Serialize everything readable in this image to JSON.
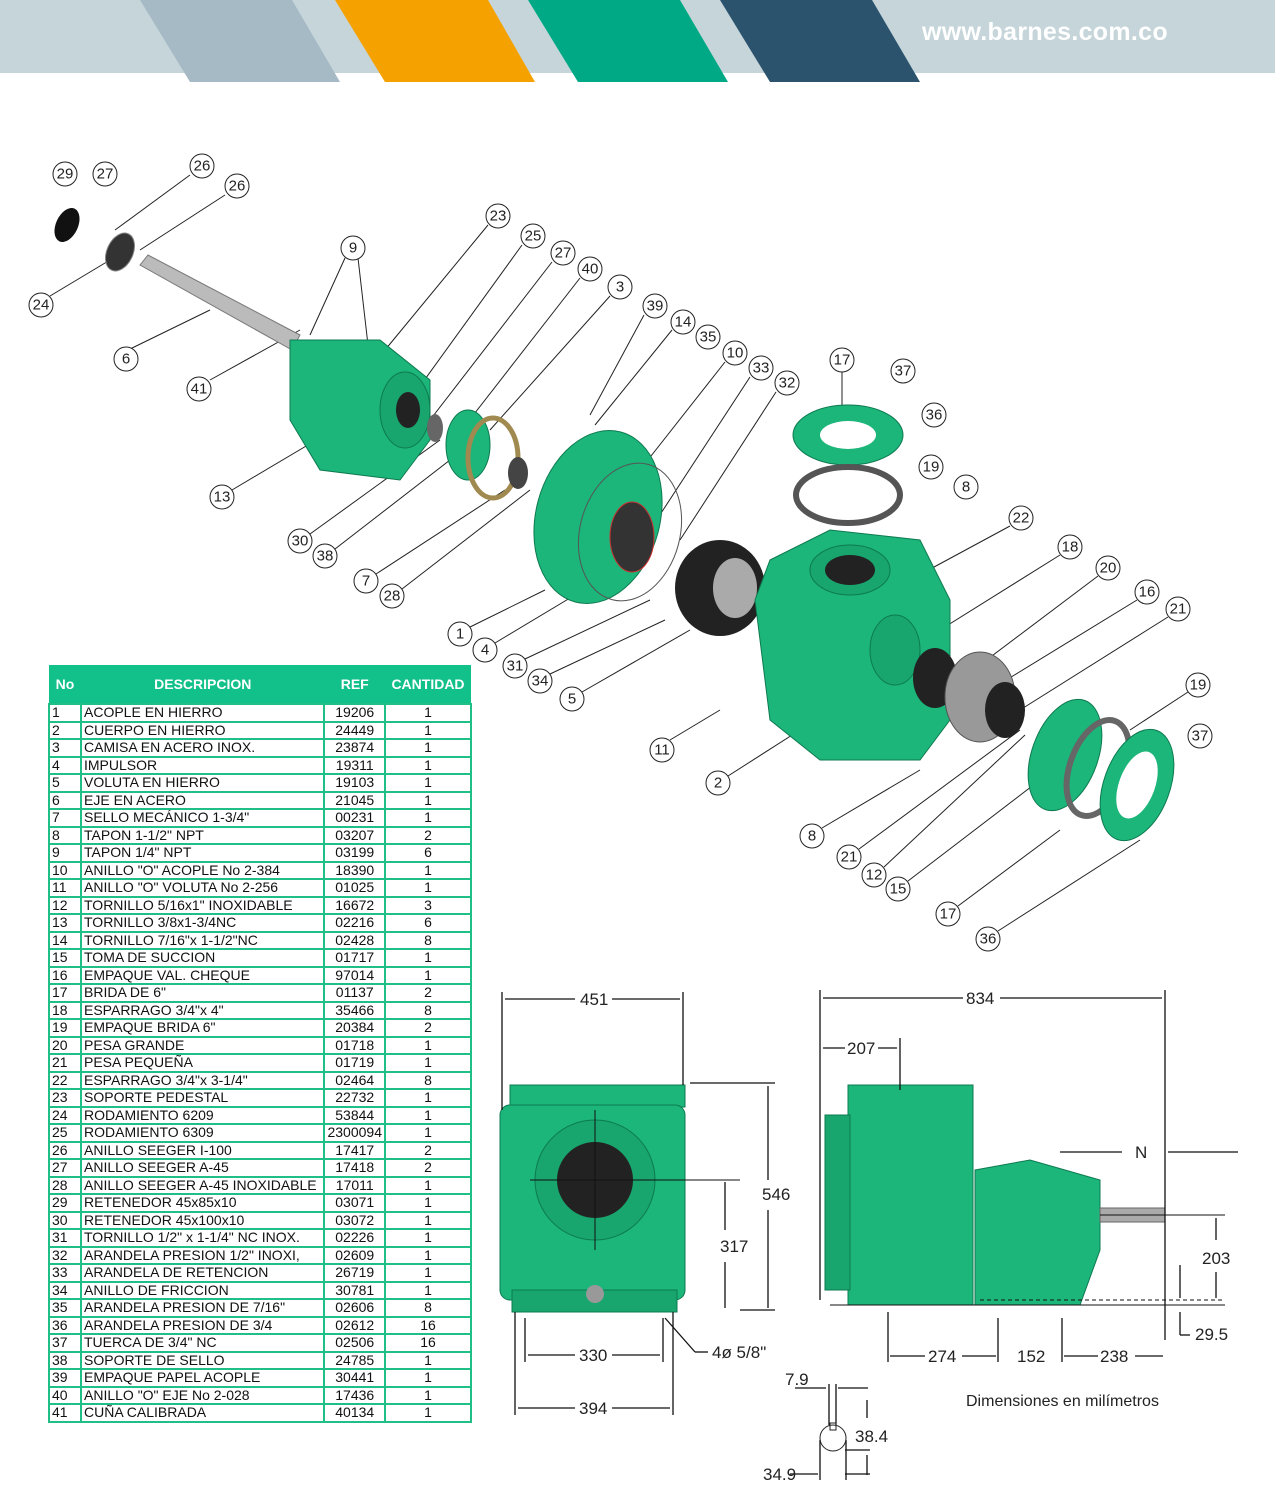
{
  "header": {
    "url": "www.barnes.com.co",
    "colors": [
      "#a6bac6",
      "#f5a100",
      "#00a985",
      "#2b536e"
    ],
    "background": "#c5d5da"
  },
  "callouts": [
    "29",
    "27",
    "26",
    "26",
    "24",
    "9",
    "23",
    "25",
    "27",
    "40",
    "3",
    "39",
    "14",
    "35",
    "10",
    "33",
    "32",
    "6",
    "41",
    "13",
    "30",
    "38",
    "7",
    "28",
    "1",
    "4",
    "31",
    "34",
    "5",
    "11",
    "2",
    "17",
    "37",
    "36",
    "19",
    "8",
    "22",
    "18",
    "20",
    "16",
    "21",
    "19",
    "37",
    "8",
    "21",
    "12",
    "15",
    "17",
    "36"
  ],
  "table": {
    "headers": [
      "No",
      "DESCRIPCION",
      "REF",
      "CANTIDAD"
    ],
    "header_color": "#12c08a",
    "rows": [
      [
        "1",
        "ACOPLE EN HIERRO",
        "19206",
        "1"
      ],
      [
        "2",
        "CUERPO EN HIERRO",
        "24449",
        "1"
      ],
      [
        "3",
        "CAMISA EN ACERO INOX.",
        "23874",
        "1"
      ],
      [
        "4",
        "IMPULSOR",
        "19311",
        "1"
      ],
      [
        "5",
        "VOLUTA EN HIERRO",
        "19103",
        "1"
      ],
      [
        "6",
        "EJE EN ACERO",
        "21045",
        "1"
      ],
      [
        "7",
        "SELLO MECÁNICO 1-3/4\"",
        "00231",
        "1"
      ],
      [
        "8",
        "TAPON 1-1/2\" NPT",
        "03207",
        "2"
      ],
      [
        "9",
        "TAPON 1/4\" NPT",
        "03199",
        "6"
      ],
      [
        "10",
        "ANILLO \"O\" ACOPLE No 2-384",
        "18390",
        "1"
      ],
      [
        "11",
        "ANILLO \"O\" VOLUTA No 2-256",
        "01025",
        "1"
      ],
      [
        "12",
        "TORNILLO 5/16x1\" INOXIDABLE",
        "16672",
        "3"
      ],
      [
        "13",
        "TORNILLO 3/8x1-3/4NC",
        "02216",
        "6"
      ],
      [
        "14",
        "TORNILLO 7/16\"x 1-1/2\"NC",
        "02428",
        "8"
      ],
      [
        "15",
        "TOMA DE SUCCION",
        "01717",
        "1"
      ],
      [
        "16",
        "EMPAQUE VAL. CHEQUE",
        "97014",
        "1"
      ],
      [
        "17",
        "BRIDA DE 6\"",
        "01137",
        "2"
      ],
      [
        "18",
        "ESPARRAGO 3/4\"x 4\"",
        "35466",
        "8"
      ],
      [
        "19",
        "EMPAQUE BRIDA 6\"",
        "20384",
        "2"
      ],
      [
        "20",
        "PESA GRANDE",
        "01718",
        "1"
      ],
      [
        "21",
        "PESA PEQUEÑA",
        "01719",
        "1"
      ],
      [
        "22",
        "ESPARRAGO 3/4\"x 3-1/4\"",
        "02464",
        "8"
      ],
      [
        "23",
        "SOPORTE PEDESTAL",
        "22732",
        "1"
      ],
      [
        "24",
        "RODAMIENTO 6209",
        "53844",
        "1"
      ],
      [
        "25",
        "RODAMIENTO 6309",
        "2300094",
        "1"
      ],
      [
        "26",
        "ANILLO SEEGER I-100",
        "17417",
        "2"
      ],
      [
        "27",
        "ANILLO SEEGER A-45",
        "17418",
        "2"
      ],
      [
        "28",
        "ANILLO SEEGER A-45 INOXIDABLE",
        "17011",
        "1"
      ],
      [
        "29",
        "RETENEDOR 45x85x10",
        "03071",
        "1"
      ],
      [
        "30",
        "RETENEDOR 45x100x10",
        "03072",
        "1"
      ],
      [
        "31",
        "TORNILLO 1/2\" x 1-1/4\" NC INOX.",
        "02226",
        "1"
      ],
      [
        "32",
        "ARANDELA PRESION 1/2\" INOXI,",
        "02609",
        "1"
      ],
      [
        "33",
        "ARANDELA DE RETENCION",
        "26719",
        "1"
      ],
      [
        "34",
        "ANILLO DE FRICCION",
        "30781",
        "1"
      ],
      [
        "35",
        "ARANDELA PRESION DE 7/16\"",
        "02606",
        "8"
      ],
      [
        "36",
        "ARANDELA PRESION DE 3/4",
        "02612",
        "16"
      ],
      [
        "37",
        "TUERCA DE 3/4\" NC",
        "02506",
        "16"
      ],
      [
        "38",
        "SOPORTE DE SELLO",
        "24785",
        "1"
      ],
      [
        "39",
        "EMPAQUE PAPEL ACOPLE",
        "30441",
        "1"
      ],
      [
        "40",
        "ANILLO \"O\" EJE No 2-028",
        "17436",
        "1"
      ],
      [
        "41",
        "CUÑA CALIBRADA",
        "40134",
        "1"
      ]
    ]
  },
  "dimensions": {
    "front_width": "451",
    "front_height": "546",
    "front_center_height": "317",
    "base_inner": "330",
    "base_outer": "394",
    "holes": "4ø 5/8\"",
    "side_length": "834",
    "side_inlet": "207",
    "side_n": "N",
    "shaft_height": "203",
    "shaft_offset": "29.5",
    "base_274": "274",
    "base_152": "152",
    "base_238": "238",
    "key_width": "7.9",
    "key_height": "38.4",
    "shaft_dia": "34.9",
    "note": "Dimensiones en milímetros"
  },
  "pump_color": "#1cb57a"
}
